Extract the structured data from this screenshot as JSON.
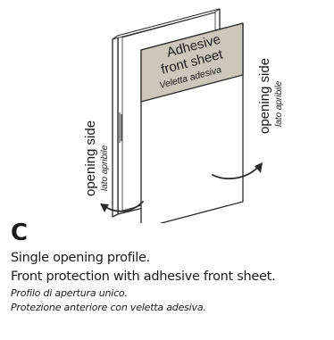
{
  "illustration": {
    "panel_title_line1": "Adhesive",
    "panel_title_line2": "front sheet",
    "panel_title_italic": "Veletta adesiva",
    "left_side_label": "opening side",
    "left_side_label_italic": "lato apribile",
    "right_side_label": "opening side",
    "right_side_label_italic": "lato apribile",
    "colors": {
      "front_sheet_band": "#cdc6ba",
      "line": "#2a2a2a",
      "panel_fill": "#ffffff"
    }
  },
  "caption": {
    "letter": "C",
    "line1": "Single opening profile.",
    "line2": "Front protection with adhesive front sheet.",
    "line3_italic": "Profilo di apertura unico.",
    "line4_italic": "Protezione anteriore con veletta adesiva."
  }
}
